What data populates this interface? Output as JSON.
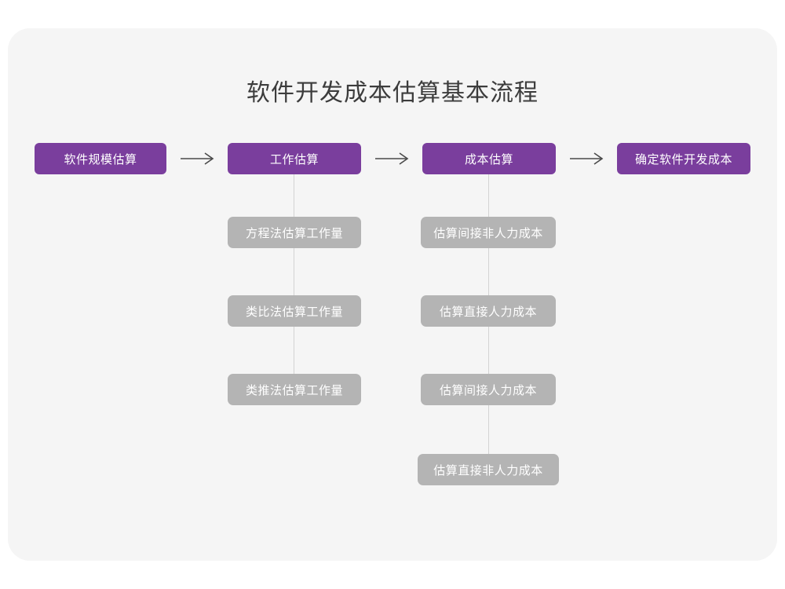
{
  "document": {
    "title": "软件开发成本估算基本流程"
  },
  "colors": {
    "page_background": "#ffffff",
    "card_background": "#f5f5f5",
    "primary_node": "#7a3e9d",
    "secondary_node": "#b4b4b4",
    "connector_line": "#d3d3d3",
    "arrow": "#4a4a4a",
    "title_text": "#3c3c3c",
    "node_text": "#ffffff"
  },
  "chart_data": {
    "type": "flowchart",
    "title": "软件开发成本估算基本流程",
    "stages": [
      {
        "id": "stage-1",
        "label": "软件规模估算",
        "substeps": []
      },
      {
        "id": "stage-2",
        "label": "工作估算",
        "substeps": [
          "方程法估算工作量",
          "类比法估算工作量",
          "类推法估算工作量"
        ]
      },
      {
        "id": "stage-3",
        "label": "成本估算",
        "substeps": [
          "估算间接非人力成本",
          "估算直接人力成本",
          "估算间接人力成本",
          "估算直接非人力成本"
        ]
      },
      {
        "id": "stage-4",
        "label": "确定软件开发成本",
        "substeps": []
      }
    ],
    "connectors": [
      {
        "from": "stage-1",
        "to": "stage-2",
        "kind": "arrow-right"
      },
      {
        "from": "stage-2",
        "to": "stage-3",
        "kind": "arrow-right"
      },
      {
        "from": "stage-3",
        "to": "stage-4",
        "kind": "arrow-right"
      }
    ],
    "arrow_glyph": "⟶"
  },
  "nodes": {
    "stage1": "软件规模估算",
    "stage2": "工作估算",
    "stage3": "成本估算",
    "stage4": "确定软件开发成本",
    "work_1": "方程法估算工作量",
    "work_2": "类比法估算工作量",
    "work_3": "类推法估算工作量",
    "cost_1": "估算间接非人力成本",
    "cost_2": "估算直接人力成本",
    "cost_3": "估算间接人力成本",
    "cost_4": "估算直接非人力成本"
  }
}
